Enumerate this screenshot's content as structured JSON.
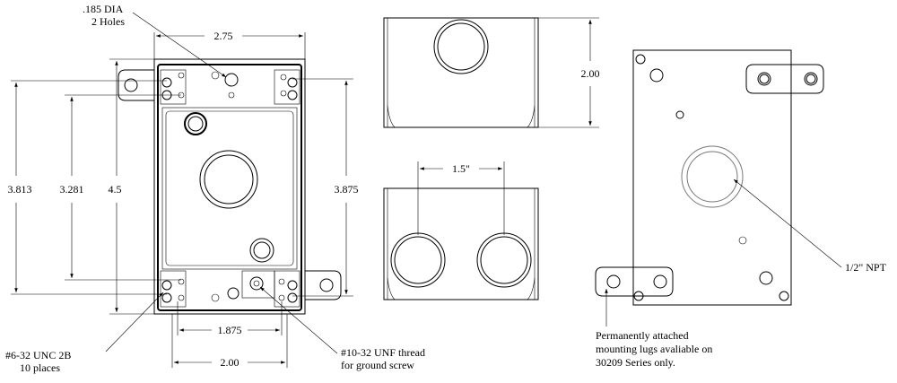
{
  "dimensions": {
    "width_top": "2.75",
    "height_left_a": "3.813",
    "height_left_b": "3.281",
    "height_left_c": "4.5",
    "height_right": "3.875",
    "bottom_inner": "1.875",
    "bottom_outer": "2.00",
    "side_view_height": "2.00",
    "hole_spacing": "1.5\""
  },
  "callouts": {
    "holes_line1": ".185  DIA",
    "holes_line2": "2 Holes",
    "unc_line1": "#6-32 UNC 2B",
    "unc_line2": "10 places",
    "unf_line1": "#10-32 UNF thread",
    "unf_line2": "for ground screw",
    "npt": "1/2\" NPT",
    "lugs_line1": "Permanently attached",
    "lugs_line2": "mounting lugs avaliable on",
    "lugs_line3": "30209 Series only."
  }
}
